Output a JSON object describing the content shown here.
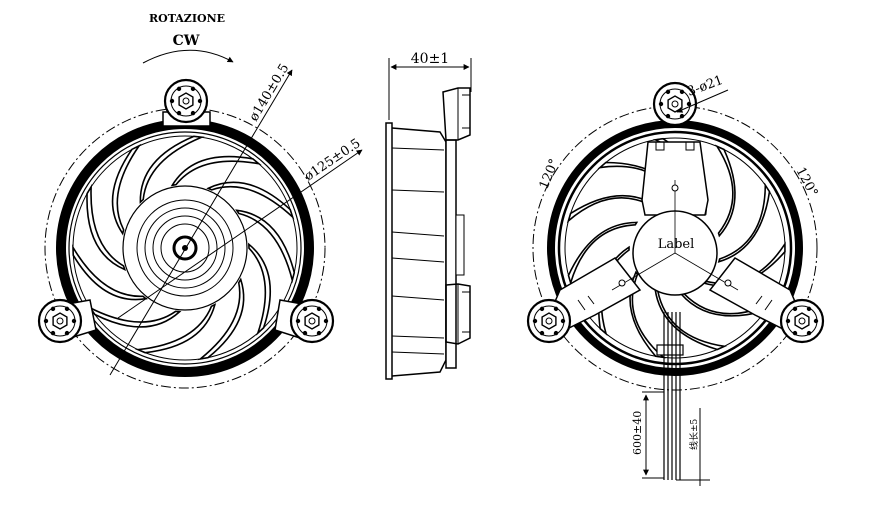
{
  "labels": {
    "rotation_title": "ROTAZIONE",
    "rotation_dir": "CW",
    "dia_outer": "ø140±0.5",
    "dia_inner": "ø125±0.5",
    "depth": "40±1",
    "mount_holes": "3-ø21",
    "angle_left": "120°",
    "angle_right": "120°",
    "hub_label": "Label",
    "lead_length": "600±40",
    "lead_spec": "线长±5"
  },
  "colors": {
    "line": "#000000",
    "background": "#ffffff"
  }
}
